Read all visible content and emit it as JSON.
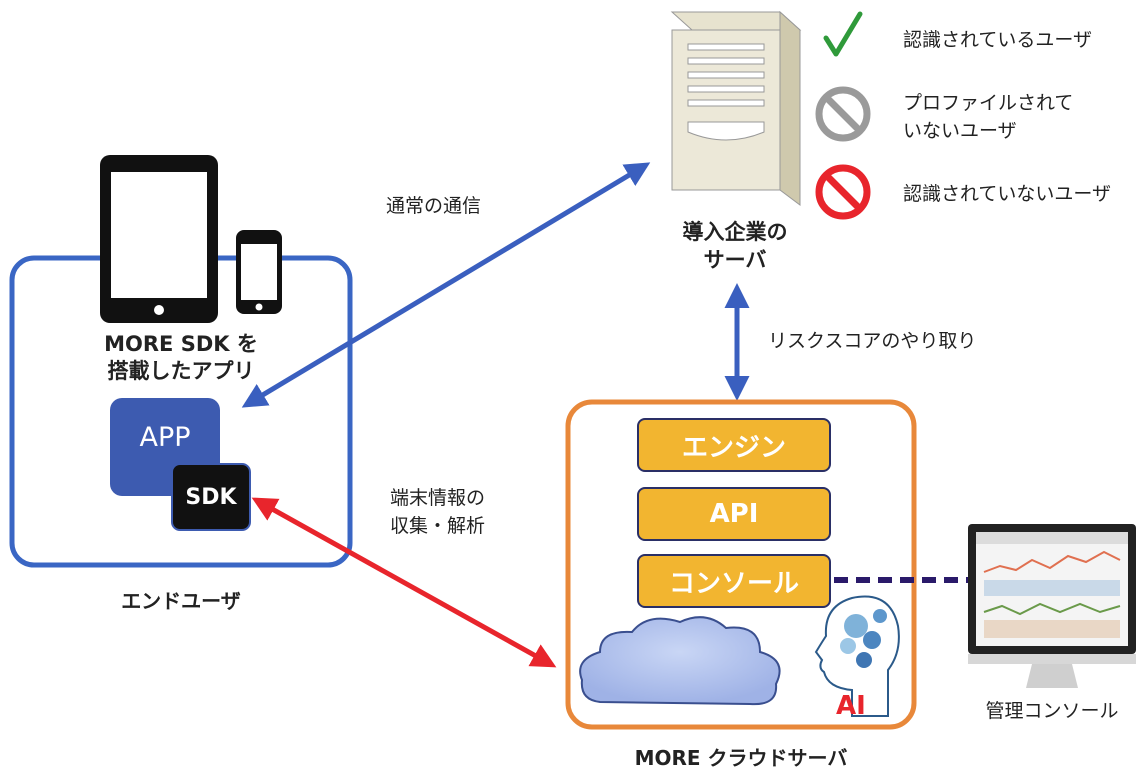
{
  "diagram": {
    "end_user": {
      "device_caption_line1": "MORE SDK を",
      "device_caption_line2": "搭載したアプリ",
      "app_label": "APP",
      "sdk_label": "SDK",
      "group_label": "エンドユーザ"
    },
    "server": {
      "label_line1": "導入企業の",
      "label_line2": "サーバ"
    },
    "legend": {
      "recognized": "認識されているユーザ",
      "not_profiled_line1": "プロファイルされて",
      "not_profiled_line2": "いないユーザ",
      "not_recognized": "認識されていないユーザ"
    },
    "arrows": {
      "normal_comm": "通常の通信",
      "risk_score": "リスクスコアのやり取り",
      "device_info_line1": "端末情報の",
      "device_info_line2": "収集・解析"
    },
    "cloud": {
      "engine": "エンジン",
      "api": "API",
      "console": "コンソール",
      "ai": "AI",
      "label": "MORE クラウドサーバ"
    },
    "admin_console": {
      "label": "管理コンソール"
    },
    "colors": {
      "blue_arrow": "#3a5fbf",
      "red_arrow": "#e8252c",
      "orange_frame": "#e8883a",
      "blue_frame": "#3a66c4",
      "engine_fill": "#f2b530",
      "green_check": "#2f9a3a"
    }
  }
}
